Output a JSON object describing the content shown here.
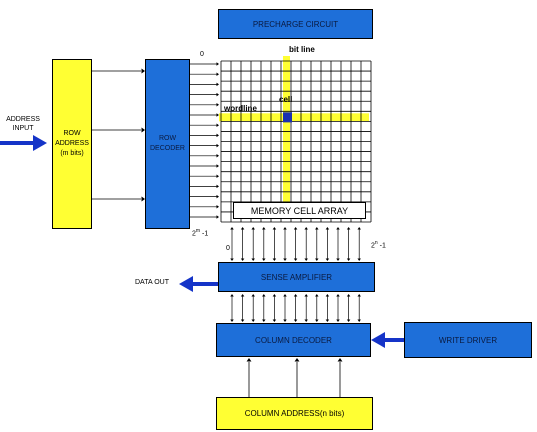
{
  "blocks": {
    "precharge": "PRECHARGE CIRCUIT",
    "row_address": [
      "ROW",
      "ADDRESS",
      "(m bits)"
    ],
    "row_decoder": [
      "ROW",
      "DECODER"
    ],
    "memory_array": "MEMORY CELL ARRAY",
    "sense_amplifier": "SENSE AMPLIFIER",
    "column_decoder": "COLUMN DECODER",
    "write_driver": "WRITE DRIVER",
    "column_address": "COLUMN ADDRESS(n bits)"
  },
  "labels": {
    "address_input": [
      "ADDRESS",
      "INPUT"
    ],
    "data_out": "DATA OUT",
    "bit_line": "bit line",
    "cell": "cell",
    "wordline": "wordline",
    "row_zero": "0",
    "row_last": "2",
    "row_last_sup": "m",
    "row_last_suffix": " -1",
    "col_zero": "0",
    "col_last": "2",
    "col_last_sup": "n",
    "col_last_suffix": " -1"
  },
  "colors": {
    "block_blue": "#1e6fd9",
    "block_yellow": "#ffff33",
    "arrow_blue": "#1534c8",
    "cell_blue": "#1a2fb0"
  }
}
